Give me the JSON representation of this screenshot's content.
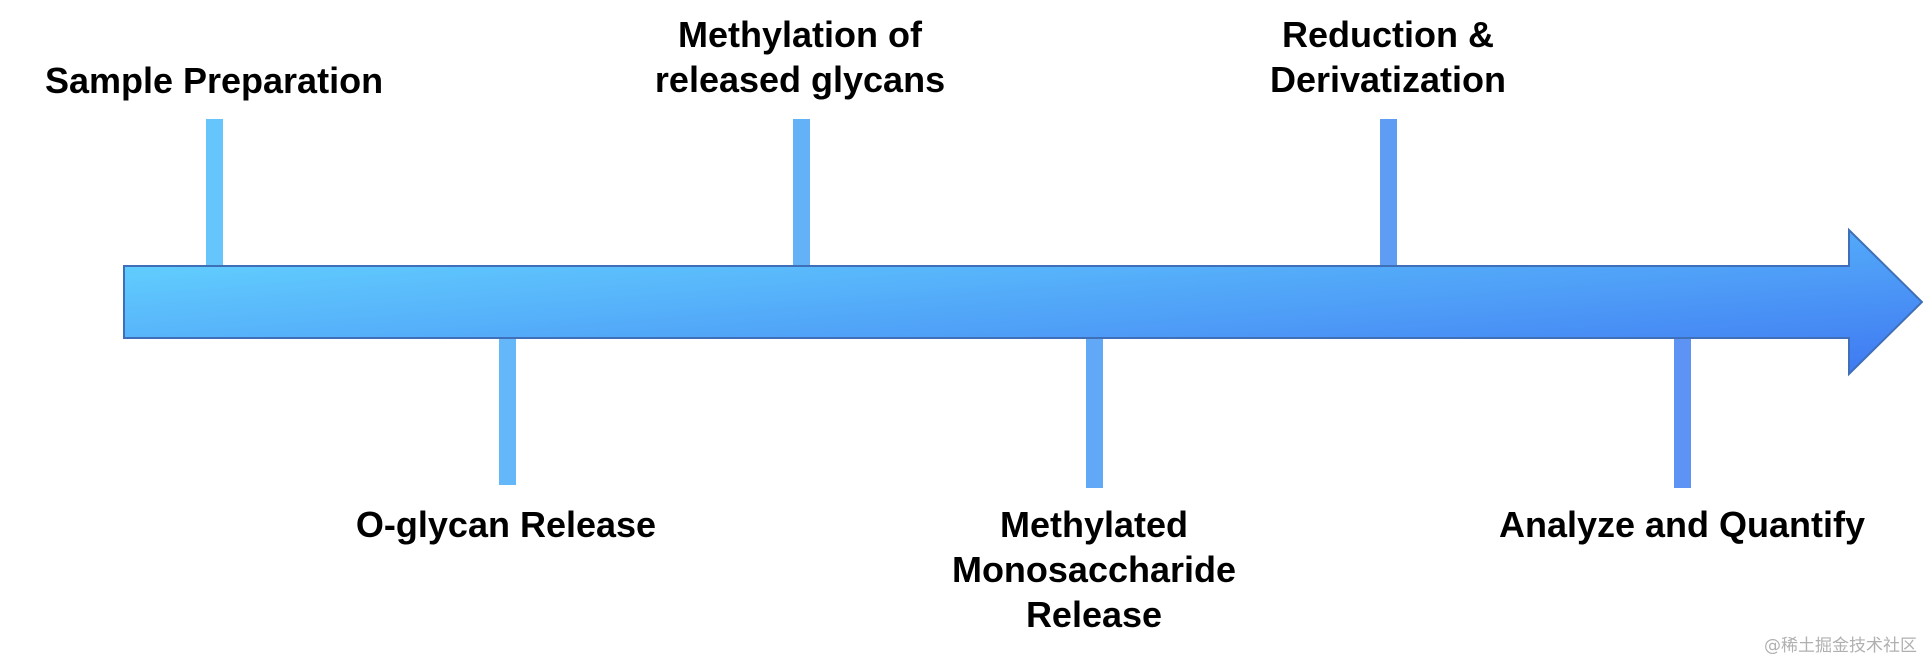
{
  "timeline": {
    "steps": [
      {
        "label": "Sample Preparation",
        "side": "above"
      },
      {
        "label": "O-glycan Release",
        "side": "below"
      },
      {
        "label": "Methylation of\nreleased glycans",
        "side": "above"
      },
      {
        "label": "Methylated\nMonosaccharide\nRelease",
        "side": "below"
      },
      {
        "label": "Reduction &\nDerivatization",
        "side": "above"
      },
      {
        "label": "Analyze and Quantify",
        "side": "below"
      }
    ]
  },
  "colors": {
    "arrow_start": "#66d9ff",
    "arrow_end": "#3f78f2",
    "arrow_stroke": "#2a5fb0",
    "tick": "#62b2f7",
    "label": "#000000",
    "watermark": "#b0b0b0"
  },
  "watermark": "@稀土掘金技术社区"
}
